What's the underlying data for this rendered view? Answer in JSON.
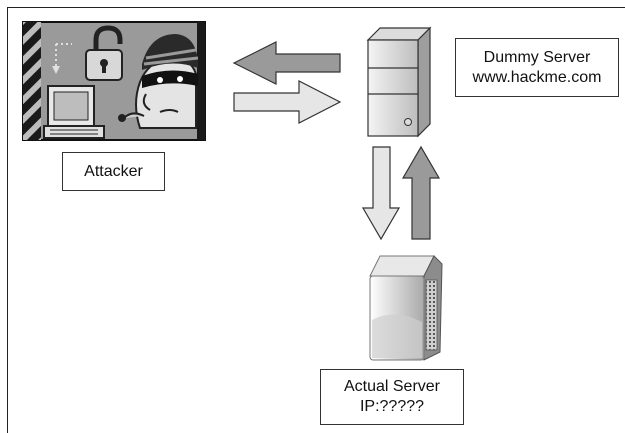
{
  "labels": {
    "attacker": "Attacker",
    "dummy_server_name": "Dummy Server",
    "dummy_server_url": "www.hackme.com",
    "actual_server_name": "Actual Server",
    "actual_server_ip": "IP:?????"
  },
  "icons": {
    "attacker_illustration": "hacker-with-padlock-and-computer",
    "dummy_server": "tower-server",
    "actual_server": "tower-server-3d"
  },
  "colors": {
    "arrow_dark": "#9a9a9a",
    "arrow_light": "#e6e6e6",
    "outline": "#333333"
  }
}
